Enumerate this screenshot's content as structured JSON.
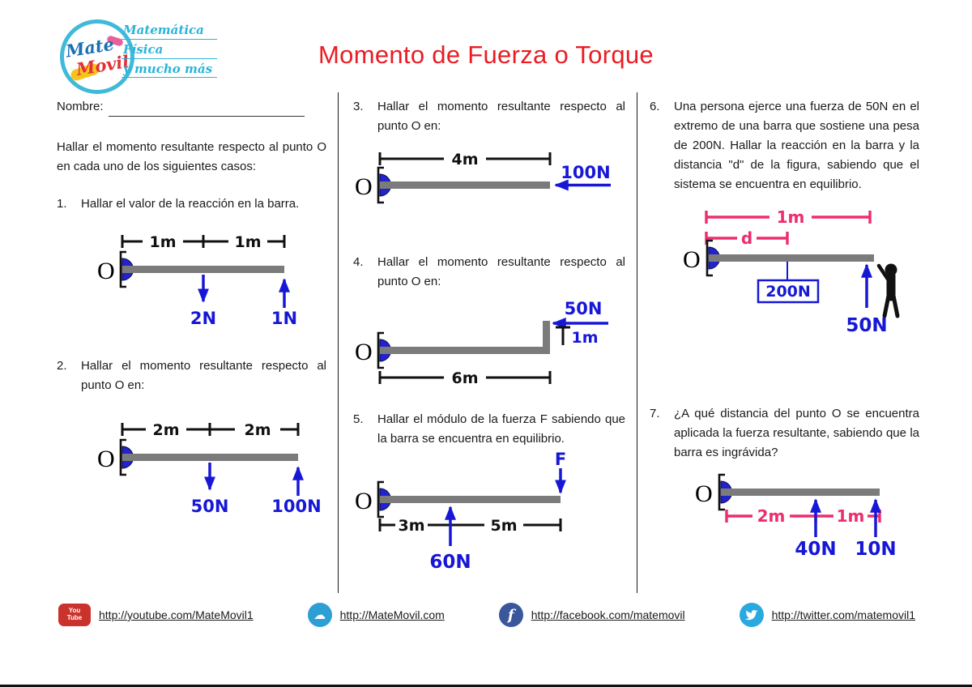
{
  "header": {
    "title": "Momento de Fuerza o Torque",
    "logo": {
      "mate": "Mate",
      "movil": "Movil",
      "tag1": "Matemática",
      "tag2": "Física",
      "tag3": "y mucho más"
    }
  },
  "col1": {
    "nombre": "Nombre:",
    "intro": "Hallar el momento resultante respecto al punto O en cada uno de los siguientes casos:",
    "p1": {
      "num": "1.",
      "text": "Hallar el valor de la reacción en la barra."
    },
    "p2": {
      "num": "2.",
      "text": "Hallar el momento resultante respecto al punto O en:"
    }
  },
  "col2": {
    "p3": {
      "num": "3.",
      "text": "Hallar el momento resultante respecto al punto O en:"
    },
    "p4": {
      "num": "4.",
      "text": "Hallar el momento resultante respecto al punto O en:"
    },
    "p5": {
      "num": "5.",
      "text": "Hallar el módulo de la fuerza F sabiendo que la barra se encuentra en equilibrio."
    }
  },
  "col3": {
    "p6": {
      "num": "6.",
      "text": "Una persona ejerce una fuerza de 50N en el extremo de una barra que sostiene una pesa de 200N. Hallar la reacción en la barra y la distancia \"d\" de la figura, sabiendo que el sistema se encuentra en equilibrio."
    },
    "p7": {
      "num": "7.",
      "text": "¿A qué distancia del punto O se encuentra aplicada la fuerza resultante, sabiendo que la barra es ingrávida?"
    }
  },
  "diagrams": {
    "d1": {
      "origin": "O",
      "dim1": "1m",
      "dim2": "1m",
      "force_down": "2N",
      "force_up": "1N"
    },
    "d2": {
      "origin": "O",
      "dim1": "2m",
      "dim2": "2m",
      "force_down": "50N",
      "force_up": "100N"
    },
    "d3": {
      "origin": "O",
      "dim": "4m",
      "force": "100N"
    },
    "d4": {
      "origin": "O",
      "force": "50N",
      "dim_v": "1m",
      "dim_h": "6m"
    },
    "d5": {
      "origin": "O",
      "force_top": "F",
      "dim1": "3m",
      "dim2": "5m",
      "force_up": "60N"
    },
    "d6": {
      "origin": "O",
      "dim1": "1m",
      "dim2": "d",
      "weight": "200N",
      "force": "50N"
    },
    "d7": {
      "origin": "O",
      "dim1": "2m",
      "dim2": "1m",
      "force1": "40N",
      "force2": "10N"
    }
  },
  "colors": {
    "accent_red": "#eb1c23",
    "force_blue": "#1717d6",
    "dim_pink": "#ed2d6d",
    "bar_gray": "#7b7b7b"
  },
  "footer": {
    "yt1": "You",
    "yt2": "Tube",
    "youtube": "http://youtube.com/MateMovil1",
    "web": "http://MateMovil.com",
    "facebook": "http://facebook.com/matemovil",
    "twitter": "http://twitter.com/matemovil1"
  }
}
